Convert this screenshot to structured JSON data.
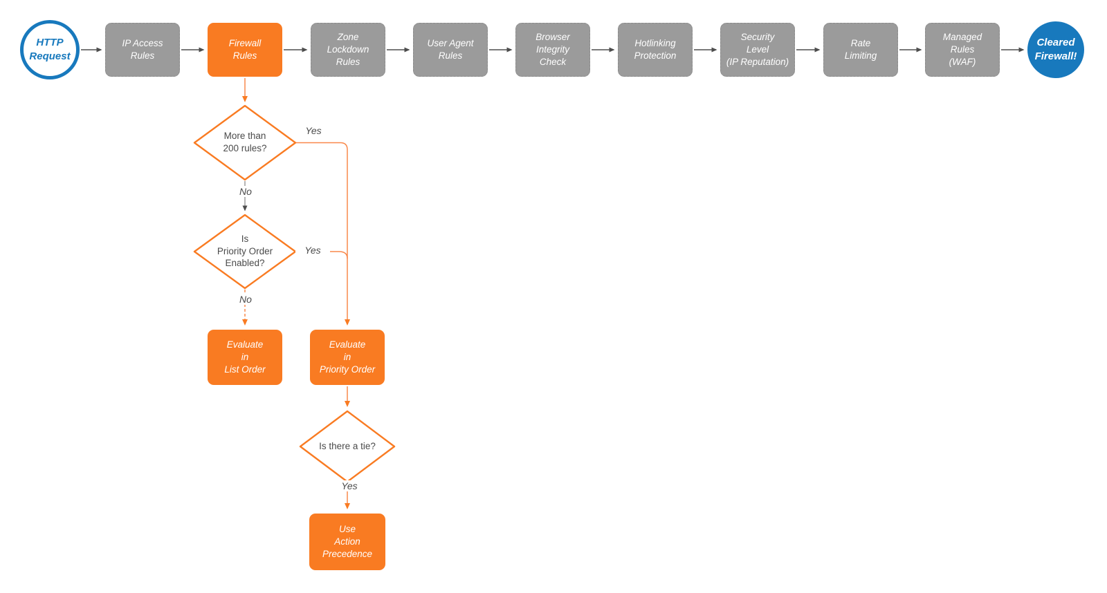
{
  "pipeline": {
    "start": {
      "label": "HTTP\nRequest"
    },
    "steps": [
      {
        "label": "IP Access\nRules"
      },
      {
        "label": "Firewall\nRules",
        "highlight": true
      },
      {
        "label": "Zone\nLockdown\nRules"
      },
      {
        "label": "User Agent\nRules"
      },
      {
        "label": "Browser\nIntegrity\nCheck"
      },
      {
        "label": "Hotlinking\nProtection"
      },
      {
        "label": "Security\nLevel\n(IP Reputation)"
      },
      {
        "label": "Rate\nLimiting"
      },
      {
        "label": "Managed\nRules\n(WAF)"
      }
    ],
    "end": {
      "label": "Cleared\nFirewall!"
    }
  },
  "firewall_branch": {
    "decisions": [
      {
        "label": "More than\n200 rules?",
        "yes_label": "Yes",
        "no_label": "No"
      },
      {
        "label": "Is\nPriority Order\nEnabled?",
        "yes_label": "Yes",
        "no_label": "No"
      },
      {
        "label": "Is there a tie?",
        "yes_label": "Yes"
      }
    ],
    "actions": [
      {
        "label": "Evaluate\nin\nList Order"
      },
      {
        "label": "Evaluate\nin\nPriority Order"
      },
      {
        "label": "Use\nAction\nPrecedence"
      }
    ]
  },
  "colors": {
    "accent-orange": "#f97b22",
    "node-gray": "#9b9b9b",
    "brand-blue": "#1879bd",
    "line-gray": "#4d4d4d",
    "text-dark": "#4a4a4a"
  }
}
